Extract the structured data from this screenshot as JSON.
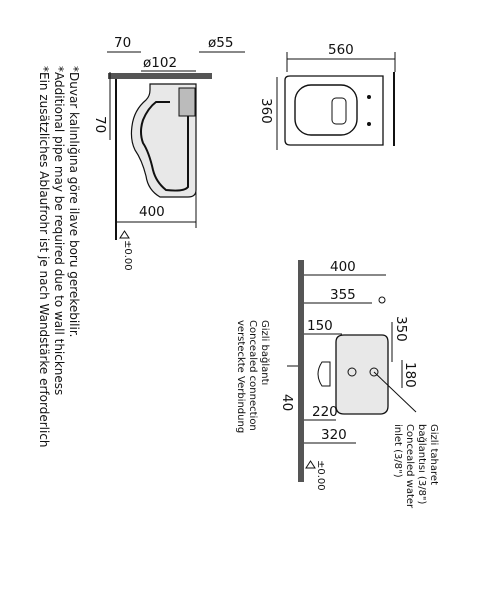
{
  "dimensions": {
    "side_pipe_offset": "70",
    "side_pipe_diameter": "ø102",
    "side_pipe_diameter_small": "ø55",
    "side_wall_offset": "70",
    "side_depth": "400",
    "side_level": "±0.00",
    "top_width": "560",
    "top_depth": "360",
    "front_height": "400",
    "front_inlet_height": "355",
    "front_left_offset": "150",
    "front_right_offset": "350",
    "front_inlet_spacing": "180",
    "front_conn_offset": "220",
    "front_outlet_height": "320",
    "front_wall_gap": "40",
    "front_level": "±0.00"
  },
  "labels": {
    "concealed_connection": [
      "Gizli bağlantı",
      "Concealed connection",
      "versteckte Verbindung"
    ],
    "concealed_water_inlet": [
      "Gizli taharet",
      "bağlantısı (3/8\")",
      "Concealed water",
      "inlet (3/8\")"
    ]
  },
  "notes": [
    "*Duvar kalınlığına göre ilave boru gerekebilir.",
    "*Additional pipe may be required due to wall thickness",
    "*Ein zusätzliches Ablaufrohr ist je nach Wandstärke erforderlich"
  ]
}
